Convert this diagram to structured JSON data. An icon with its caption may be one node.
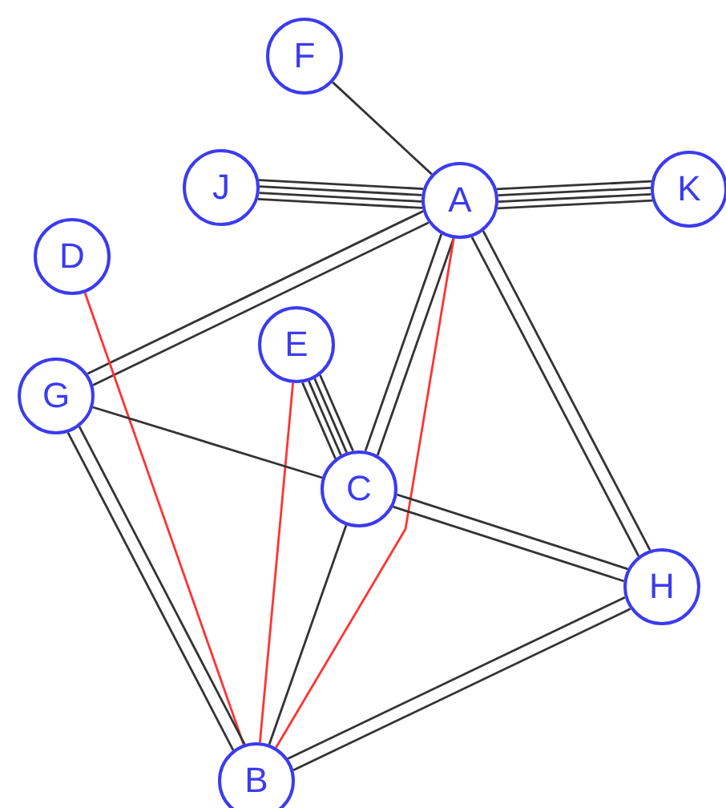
{
  "diagram": {
    "nodes": [
      {
        "text": [
          "F"
        ]
      },
      {
        "text": [
          "J"
        ]
      },
      {
        "text": [
          "A"
        ]
      },
      {
        "text": [
          "K"
        ]
      },
      {
        "text": [
          "D"
        ]
      },
      {
        "text": [
          "E"
        ]
      },
      {
        "text": [
          "G"
        ]
      },
      {
        "text": [
          "C"
        ]
      },
      {
        "text": [
          "H"
        ]
      },
      {
        "text": [
          "B"
        ]
      }
    ],
    "edges": [
      {
        "from": 0,
        "to": 2,
        "arrow": "none"
      },
      {
        "from": 1,
        "to": 2,
        "arrow": "none"
      },
      {
        "from": 1,
        "to": 2,
        "arrow": "none"
      },
      {
        "from": 1,
        "to": 2,
        "arrow": "none"
      },
      {
        "from": 1,
        "to": 2,
        "arrow": "none"
      },
      {
        "from": 2,
        "to": 3,
        "arrow": "none"
      },
      {
        "from": 2,
        "to": 3,
        "arrow": "none"
      },
      {
        "from": 2,
        "to": 3,
        "arrow": "none"
      },
      {
        "from": 2,
        "to": 3,
        "arrow": "none"
      },
      {
        "from": 6,
        "to": 2,
        "arrow": "none"
      },
      {
        "from": 6,
        "to": 2,
        "arrow": "none"
      },
      {
        "from": 2,
        "to": 7,
        "arrow": "none"
      },
      {
        "from": 2,
        "to": 7,
        "arrow": "none"
      },
      {
        "from": 2,
        "to": 9,
        "arrow": "none",
        "color": "#ff3333"
      },
      {
        "from": 2,
        "to": 8,
        "arrow": "none"
      },
      {
        "from": 2,
        "to": 8,
        "arrow": "none"
      },
      {
        "from": 4,
        "to": 9,
        "arrow": "none",
        "color": "#ff3333"
      },
      {
        "from": 5,
        "to": 9,
        "arrow": "none",
        "color": "#ff3333"
      },
      {
        "from": 5,
        "to": 7,
        "arrow": "none"
      },
      {
        "from": 5,
        "to": 7,
        "arrow": "none"
      },
      {
        "from": 5,
        "to": 7,
        "arrow": "none"
      },
      {
        "from": 5,
        "to": 7,
        "arrow": "none"
      },
      {
        "from": 6,
        "to": 7,
        "arrow": "none"
      },
      {
        "from": 6,
        "to": 9,
        "arrow": "none"
      },
      {
        "from": 6,
        "to": 9,
        "arrow": "none"
      },
      {
        "from": 7,
        "to": 9,
        "arrow": "none"
      },
      {
        "from": 7,
        "to": 8,
        "arrow": "none"
      },
      {
        "from": 7,
        "to": 8,
        "arrow": "none"
      },
      {
        "from": 8,
        "to": 9,
        "arrow": "none"
      },
      {
        "from": 8,
        "to": 9,
        "arrow": "none"
      }
    ]
  }
}
